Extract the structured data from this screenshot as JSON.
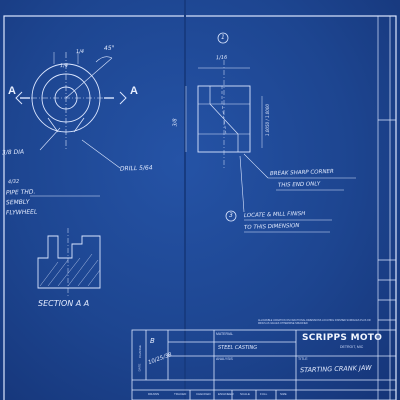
{
  "drawing": {
    "view_letters": [
      "A",
      "A"
    ],
    "section_label": "SECTION A A",
    "angle_callout": "45°",
    "circle_marker": "1",
    "number_marker": "3",
    "fractions": {
      "top_quarter": "1/4",
      "top_quarter_2": "1/4",
      "dim_4_32": "4/32",
      "dim_16": "1/16",
      "dim_8": "3/8"
    },
    "annotations": {
      "dia": "3/8 DIA",
      "drill": "DRILL 5/64",
      "pipe_thd": "PIPE THD.",
      "assembly": "SEMBLY",
      "flywheel": "FLYWHEEL",
      "break_sharp": "BREAK SHARP CORNER",
      "this_end": "THIS END ONLY",
      "locate_note": "LOCATE & MILL FINISH",
      "to_dimension": "TO THIS DIMENSION",
      "diameter_stack": "1.0050 / 1.0000"
    }
  },
  "title_block": {
    "tolerance_note": "ALLOWABLE VARIATION ON FRACTIONAL DIMENSIONS LOCATING FINISHED SURFACES PLUS OR MINUS AS VALUES OTHERWISE SPECIFIED",
    "company": "SCRIPPS MOTO",
    "location": "DETROIT, MIC",
    "material_label": "MATERIAL",
    "material_value": "STEEL CASTING",
    "analysis_label": "ANALYSIS",
    "title_label": "TITLE",
    "title_value": "STARTING CRANK JAW",
    "change_label": "CHANGE",
    "change_value": "B",
    "date_label": "DATE",
    "date_value": "10/25/38",
    "footer": [
      "DRAWN",
      "TRACED",
      "CHECKED",
      "ENGINEER",
      "SCALE",
      "FULL",
      "SIZE"
    ]
  }
}
